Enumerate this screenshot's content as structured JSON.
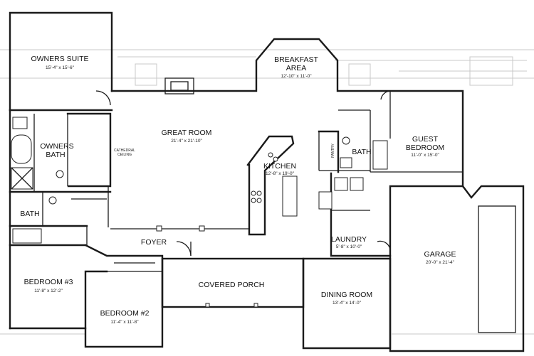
{
  "rooms": {
    "owners_suite": {
      "name": "OWNERS SUITE",
      "dims": "15'-4\" x 15'-6\""
    },
    "breakfast": {
      "name_line1": "BREAKFAST",
      "name_line2": "AREA",
      "dims": "12'-10\" x 11'-0\""
    },
    "great_room": {
      "name": "GREAT ROOM",
      "dims": "21'-4\" x 21'-10\""
    },
    "cathedral_note": {
      "line1": "CATHEDRAL",
      "line2": "CEILING"
    },
    "owners_bath": {
      "name_line1": "OWNERS",
      "name_line2": "BATH"
    },
    "kitchen": {
      "name": "KITCHEN",
      "dims": "12'-8\" x 19'-0\""
    },
    "pantry": {
      "name": "PANTRY"
    },
    "bath2": {
      "name": "BATH"
    },
    "guest_bedroom": {
      "name_line1": "GUEST",
      "name_line2": "BEDROOM",
      "dims": "11'-0\" x 15'-0\""
    },
    "bath3": {
      "name": "BATH"
    },
    "laundry": {
      "name": "LAUNDRY",
      "dims": "5'-8\" x 10'-0\""
    },
    "foyer": {
      "name": "FOYER"
    },
    "garage": {
      "name": "GARAGE",
      "dims": "20'-0\" x 21'-4\""
    },
    "bedroom3": {
      "name": "BEDROOM #3",
      "dims": "11'-8\" x 12'-2\""
    },
    "covered_porch": {
      "name": "COVERED PORCH"
    },
    "bedroom2": {
      "name": "BEDROOM #2",
      "dims": "11'-4\" x 11'-8\""
    },
    "dining": {
      "name": "DINING  ROOM",
      "dims": "13'-4\" x 14'-0\""
    }
  }
}
